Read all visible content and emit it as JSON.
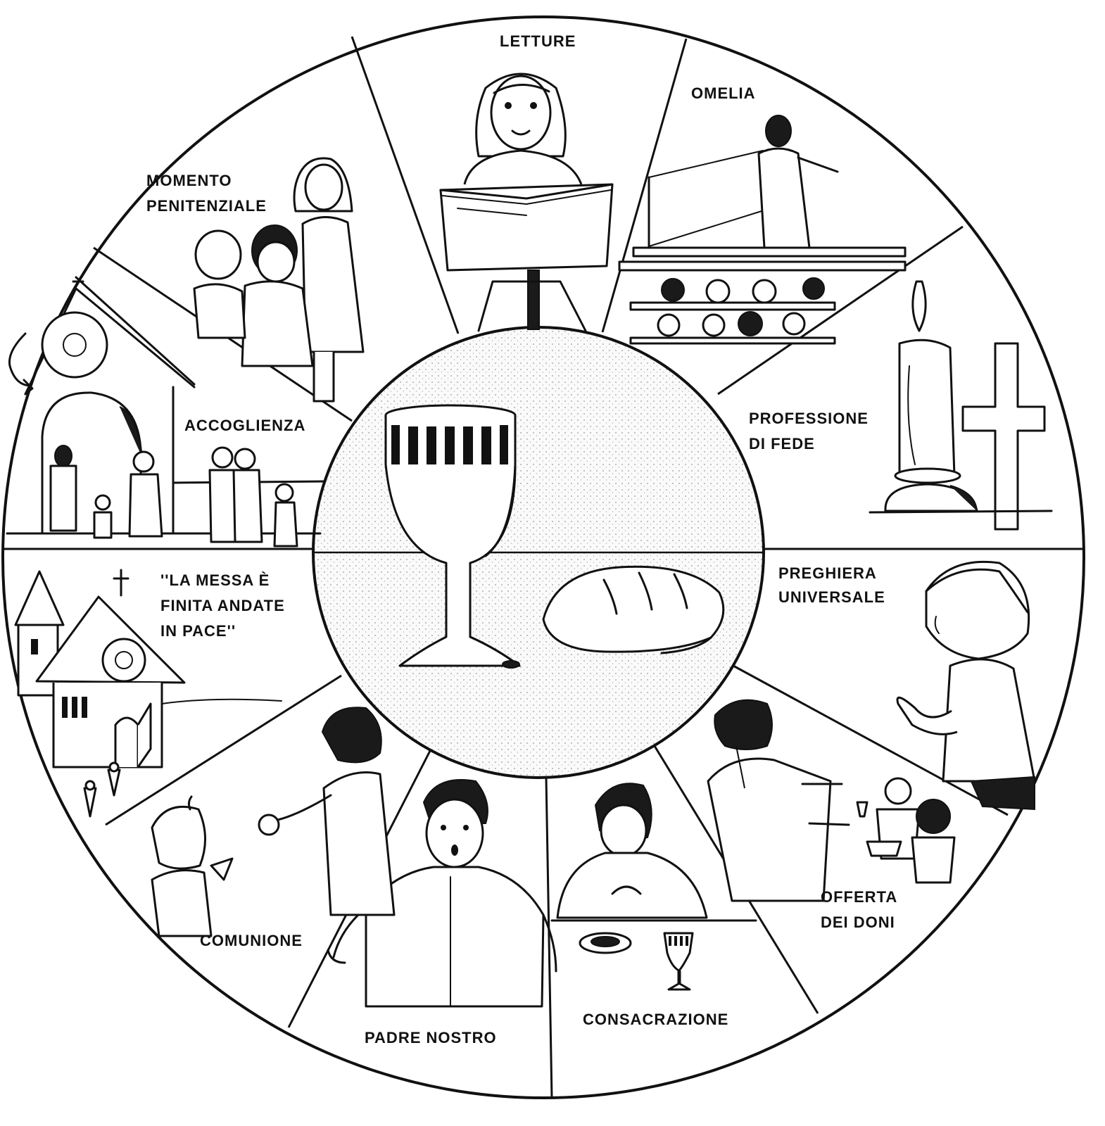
{
  "segments": [
    {
      "id": "letture",
      "lines": [
        "LETTURE"
      ]
    },
    {
      "id": "omelia",
      "lines": [
        "OMELIA"
      ]
    },
    {
      "id": "professione-di-fede",
      "lines": [
        "PROFESSIONE",
        "DI FEDE"
      ]
    },
    {
      "id": "preghiera-universale",
      "lines": [
        "PREGHIERA",
        "UNIVERSALE"
      ]
    },
    {
      "id": "offerta-dei-doni",
      "lines": [
        "OFFERTA",
        "DEI DONI"
      ]
    },
    {
      "id": "consacrazione",
      "lines": [
        "CONSACRAZIONE"
      ]
    },
    {
      "id": "padre-nostro",
      "lines": [
        "PADRE NOSTRO"
      ]
    },
    {
      "id": "comunione",
      "lines": [
        "COMUNIONE"
      ]
    },
    {
      "id": "la-messa-e-finita",
      "lines": [
        "''LA MESSA È",
        "FINITA ANDATE",
        "IN PACE''"
      ]
    },
    {
      "id": "accoglienza",
      "lines": [
        "ACCOGLIENZA"
      ]
    },
    {
      "id": "momento-penitenziale",
      "lines": [
        "MOMENTO",
        "PENITENZIALE"
      ]
    }
  ],
  "colors": {
    "ink": "#111111",
    "paper": "#ffffff",
    "center_fill": "#f4f4f4"
  },
  "icons": {
    "center": [
      "chalice-icon",
      "bread-icon"
    ],
    "cycle_arrow": "cycle-arrow-icon"
  }
}
